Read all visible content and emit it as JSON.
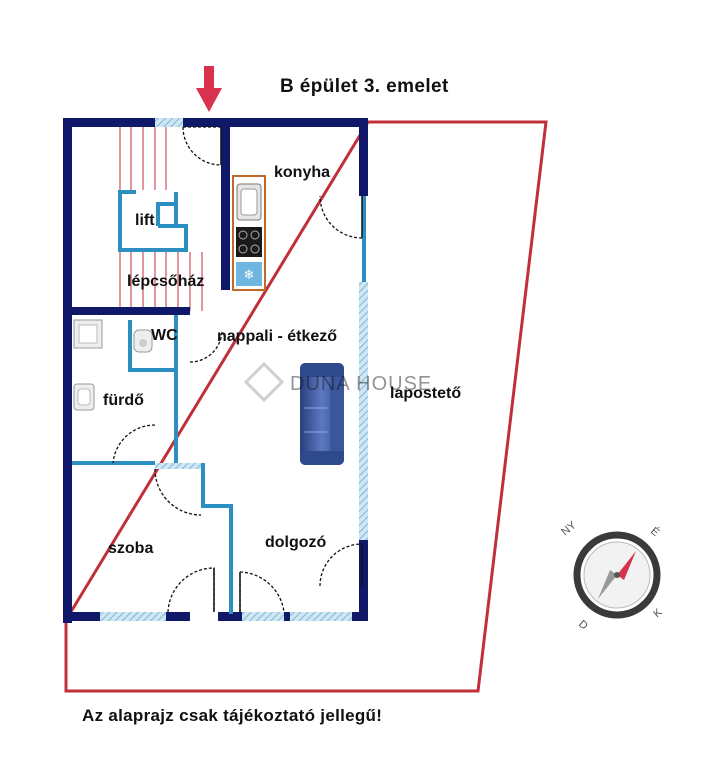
{
  "header": {
    "title": "B épület 3. emelet"
  },
  "rooms": {
    "konyha": "konyha",
    "lift": "lift",
    "stairwell": "lépcsőház",
    "wc": "WC",
    "living": "nappali - étkező",
    "bathroom": "fürdő",
    "flat_roof": "lapostető",
    "bedroom": "szoba",
    "study": "dolgozó"
  },
  "watermark": {
    "text": "DUNA HOUSE"
  },
  "compass": {
    "n": "NY",
    "e": "É",
    "s": "D",
    "w": "K"
  },
  "footer": {
    "disclaimer": "Az alaprajz csak tájékoztató jellegű!"
  },
  "colors": {
    "wall": "#10186a",
    "partition": "#2b8fc4",
    "terrace": "#c0303a",
    "arrow": "#d8324f",
    "window": "#9fcde6"
  }
}
